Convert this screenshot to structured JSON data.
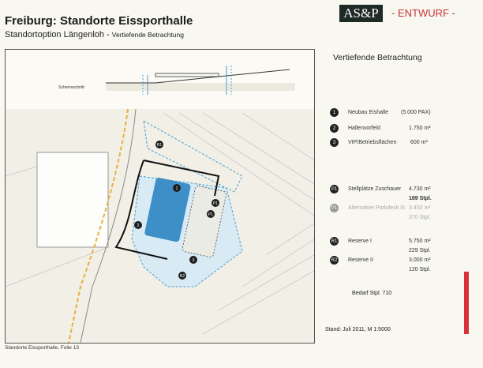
{
  "header": {
    "title": "Freiburg: Standorte Eissporthalle",
    "subtitle_main": "Standortoption Längenloh - ",
    "subtitle_small": "Vertiefende Betrachtung",
    "logo": "AS&P",
    "draft_label": "- ENTWURF -"
  },
  "drawing": {
    "section_label": "Schemaschnitt",
    "map_markers": [
      "R1",
      "1",
      "2",
      "P1",
      "P1",
      "3",
      "R2"
    ]
  },
  "legend": {
    "title": "Vertiefende Betrachtung",
    "items": [
      {
        "badge": "1",
        "label": "Neubau Eishalle",
        "value": "(5.000 PAX)",
        "value2": ""
      },
      {
        "badge": "2",
        "label": "Hallenvorfeld",
        "value": "1.750 m²",
        "value2": ""
      },
      {
        "badge": "3",
        "label": "VIP/Betriebsflächen",
        "value": "600 m²",
        "value2": ""
      },
      {
        "badge": "P1",
        "label": "Stellplätze Zuschauer",
        "value": "4.730 m²",
        "value2": "189 Stpl."
      },
      {
        "badge": "P1",
        "label": "Alternative Parkdeck III",
        "value": "3.450 m²",
        "value2": "370 Stpl."
      },
      {
        "badge": "R1",
        "label": "Reserve I",
        "value": "5.750 m²",
        "value2": "229 Stpl."
      },
      {
        "badge": "R2",
        "label": "Reserve II",
        "value": "3.000 m²",
        "value2": "120 Stpl."
      }
    ],
    "demand": "Bedarf Stpl. 710",
    "status": "Stand: Juli 2011, M 1:5000"
  },
  "footer": {
    "text": "Standorte Eissporthalle, Folie 13"
  },
  "colors": {
    "accent_red": "#d7303b",
    "water_blue": "#4a9fd0",
    "logo_bg": "#1e2a26"
  }
}
